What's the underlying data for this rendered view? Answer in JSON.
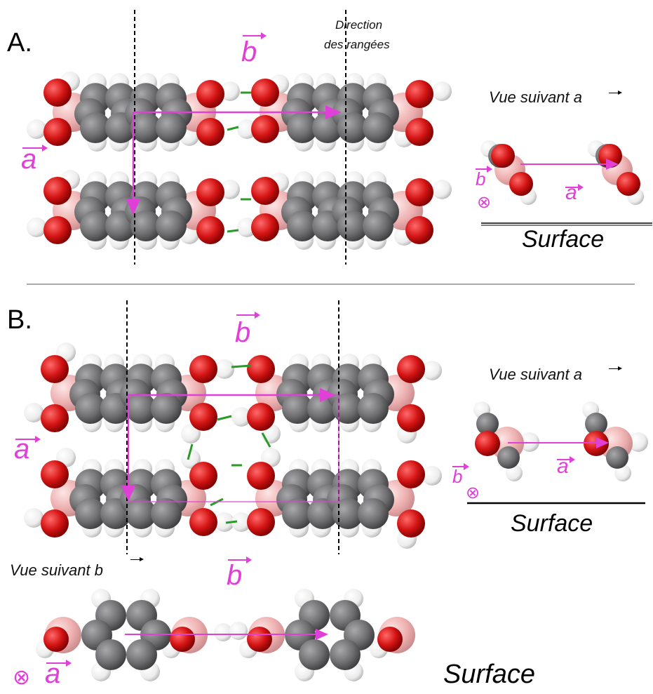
{
  "panels": {
    "A": {
      "letter": "A.",
      "direction_line1": "Direction",
      "direction_line2": "des rangées",
      "vec_b": "b",
      "vec_a": "a",
      "side_title": "Vue suivant ",
      "side_title_vec": "a",
      "side_vec_b": "b",
      "side_vec_a": "a",
      "otimes": "⊗",
      "surface": "Surface"
    },
    "B": {
      "letter": "B.",
      "vec_b_top": "b",
      "vec_a": "a",
      "vec_b_bottom": "b",
      "side_title": "Vue suivant ",
      "side_title_vec": "a",
      "side_vec_b": "b",
      "side_vec_a": "a",
      "otimes": "⊗",
      "surface": "Surface",
      "bottom_title": "Vue suivant ",
      "bottom_title_vec": "b",
      "bottom_vec_a": "a",
      "bottom_otimes": "⊗",
      "bottom_surface": "Surface"
    }
  },
  "colors": {
    "carbon": "#6e6e70",
    "oxygen": "#d41414",
    "hydrogen": "#f2f2f2",
    "boron": "#f0b8b8",
    "vector": "#e040d8",
    "hbond": "#2a9a2a"
  }
}
